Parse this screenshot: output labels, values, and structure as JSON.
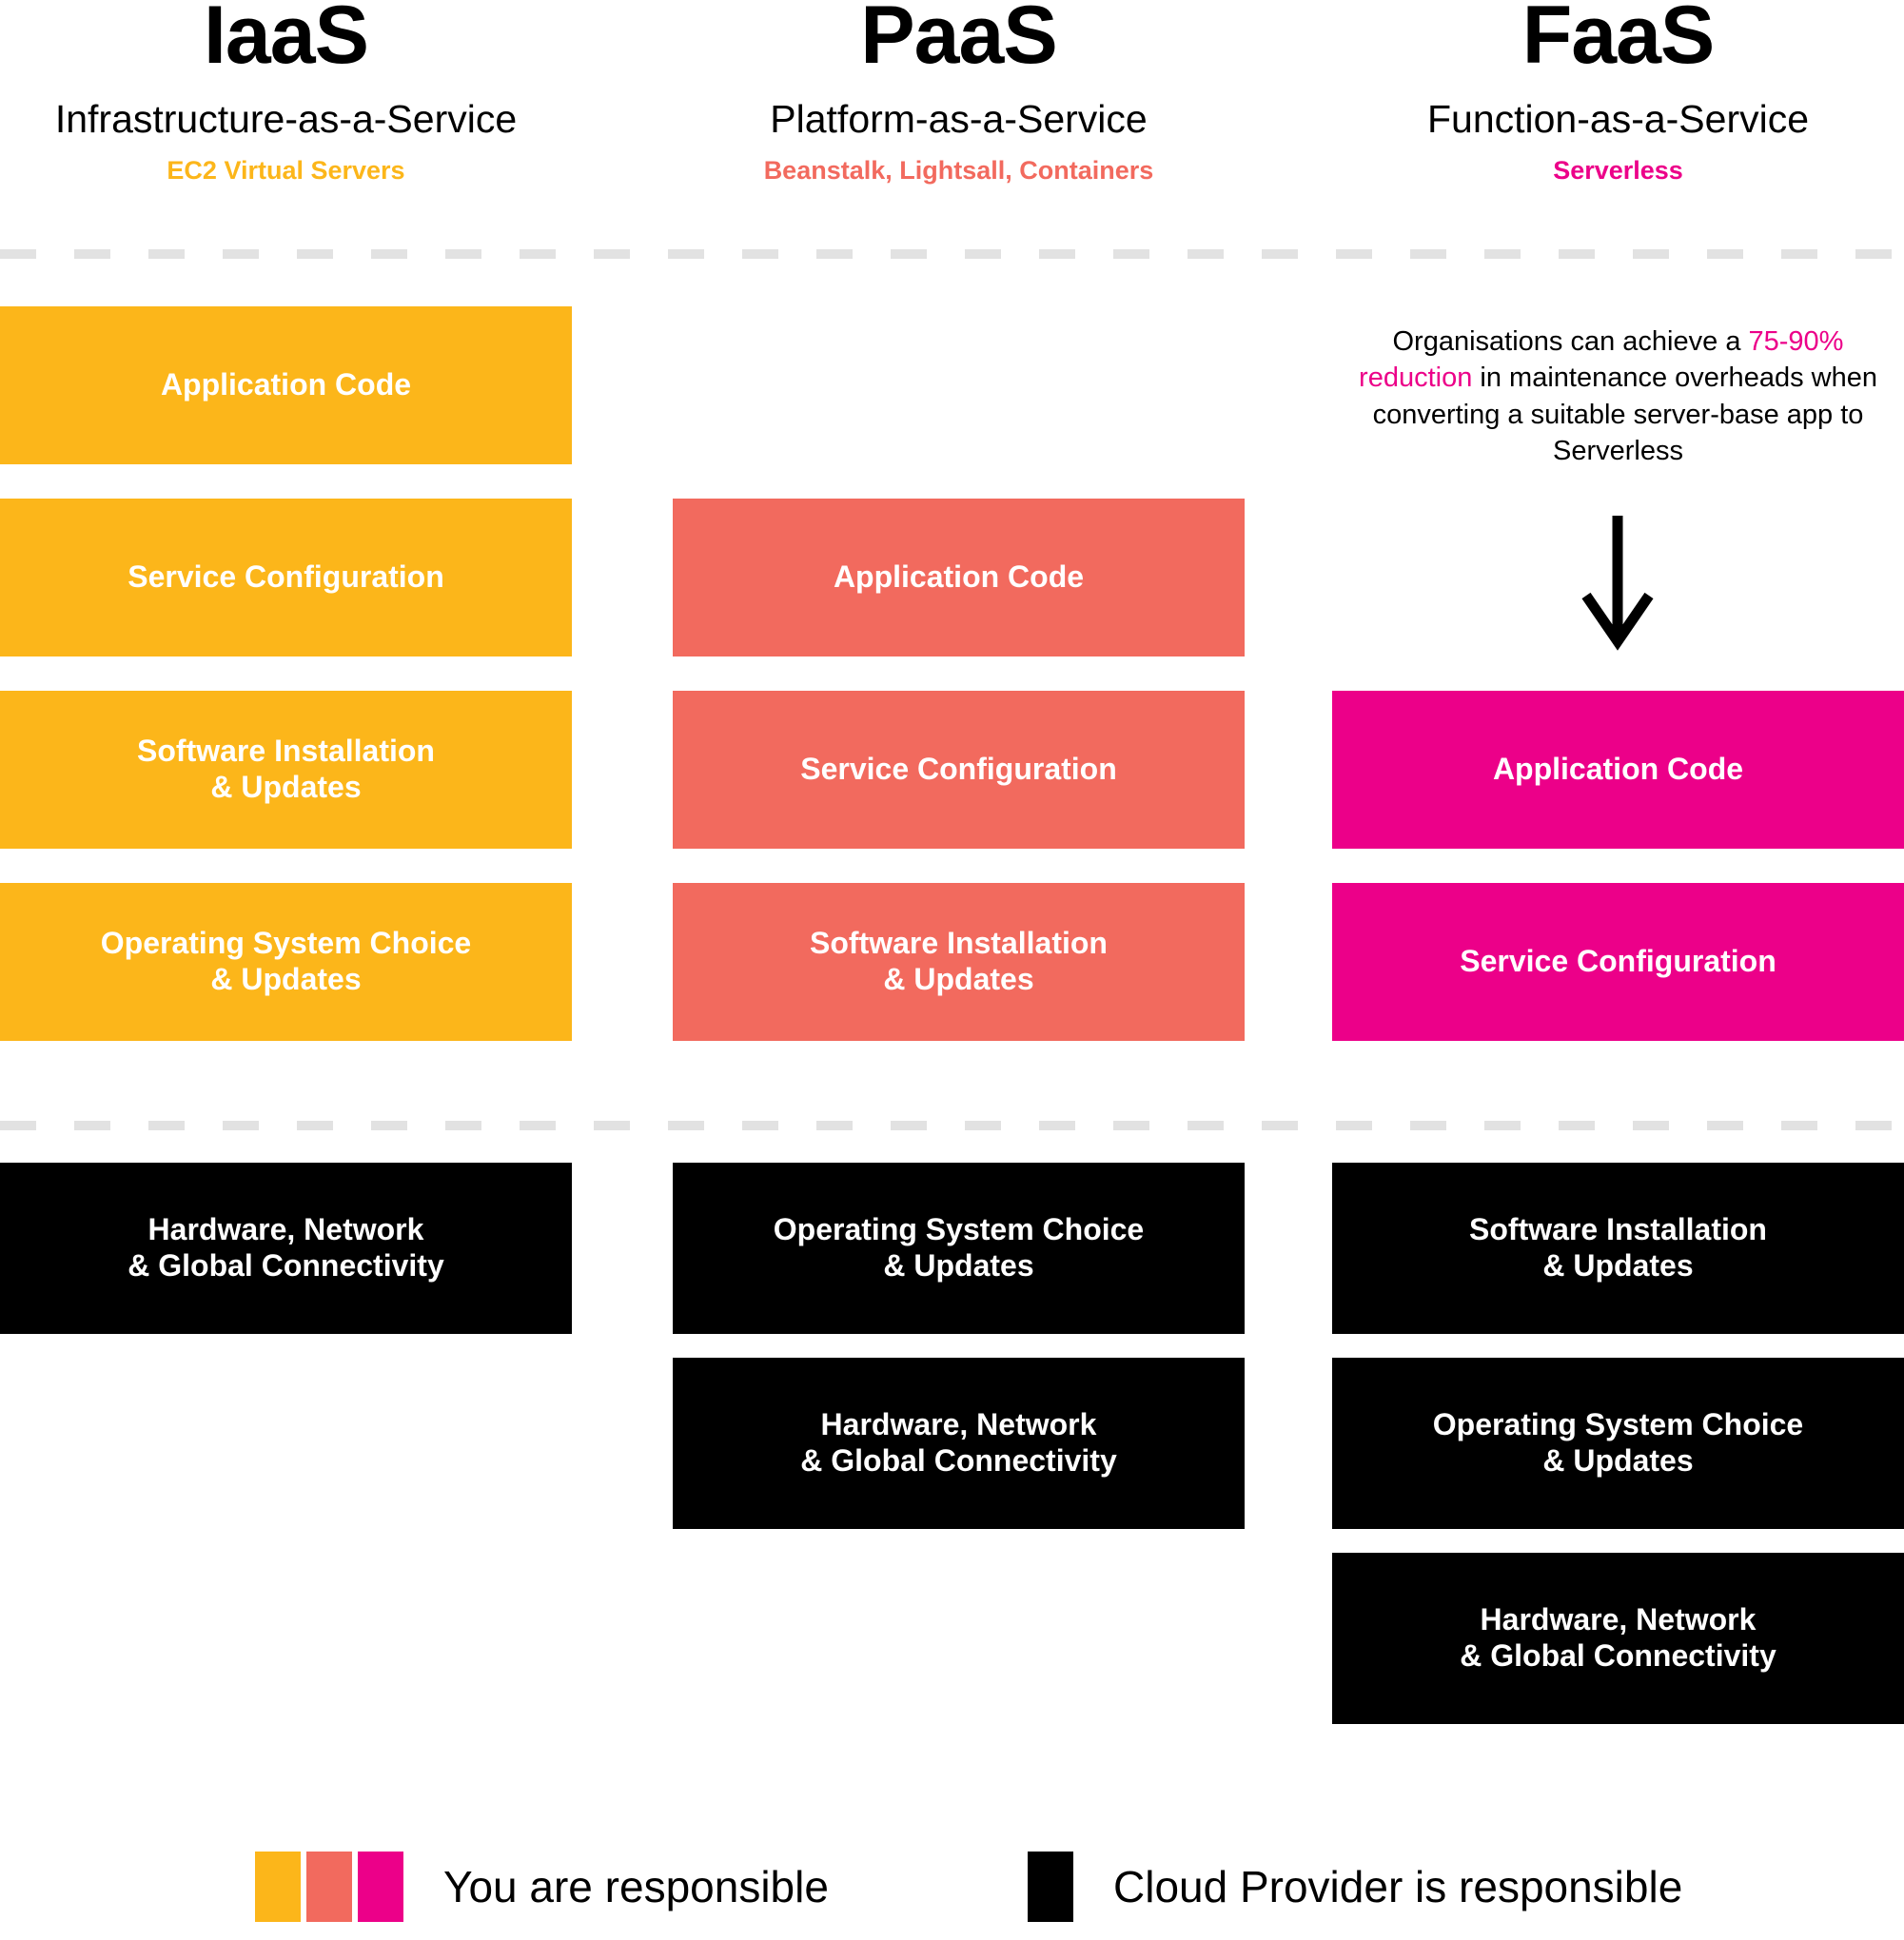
{
  "colors": {
    "orange": "#fcb61a",
    "salmon": "#f26a5e",
    "magenta": "#ec0089",
    "black": "#000000",
    "dash": "#e2e2e2"
  },
  "columns": [
    {
      "id": "iaas",
      "title": "IaaS",
      "subtitle": "Infrastructure-as-a-Service",
      "tag": "EC2 Virtual Servers",
      "tag_color": "#fcb61a",
      "customer_boxes": [
        {
          "line1": "Application Code",
          "line2": ""
        },
        {
          "line1": "Service Configuration",
          "line2": ""
        },
        {
          "line1": "Software Installation",
          "line2": "& Updates"
        },
        {
          "line1": "Operating System Choice",
          "line2": "& Updates"
        }
      ],
      "provider_boxes": [
        {
          "line1": "Hardware, Network",
          "line2": "& Global Connectivity"
        }
      ]
    },
    {
      "id": "paas",
      "title": "PaaS",
      "subtitle": "Platform-as-a-Service",
      "tag": "Beanstalk, Lightsall, Containers",
      "tag_color": "#f26a5e",
      "customer_boxes": [
        {
          "line1": "Application Code",
          "line2": ""
        },
        {
          "line1": "Service Configuration",
          "line2": ""
        },
        {
          "line1": "Software Installation",
          "line2": "& Updates"
        }
      ],
      "provider_boxes": [
        {
          "line1": "Operating System Choice",
          "line2": "& Updates"
        },
        {
          "line1": "Hardware, Network",
          "line2": "& Global Connectivity"
        }
      ]
    },
    {
      "id": "faas",
      "title": "FaaS",
      "subtitle": "Function-as-a-Service",
      "tag": "Serverless",
      "tag_color": "#ec0089",
      "note": {
        "part1": "Organisations can achieve a",
        "highlight": "75-90% reduction",
        "part2": "in maintenance overheads when converting a suitable server-base app to Serverless"
      },
      "customer_boxes": [
        {
          "line1": "Application Code",
          "line2": ""
        },
        {
          "line1": "Service Configuration",
          "line2": ""
        }
      ],
      "provider_boxes": [
        {
          "line1": "Software Installation",
          "line2": "& Updates"
        },
        {
          "line1": "Operating System Choice",
          "line2": "& Updates"
        },
        {
          "line1": "Hardware, Network",
          "line2": "& Global Connectivity"
        }
      ]
    }
  ],
  "legend": {
    "you": {
      "label": "You are responsible",
      "swatches": [
        "#fcb61a",
        "#f26a5e",
        "#ec0089"
      ]
    },
    "cloud": {
      "label": "Cloud Provider is responsible",
      "swatches": [
        "#000000"
      ]
    }
  }
}
